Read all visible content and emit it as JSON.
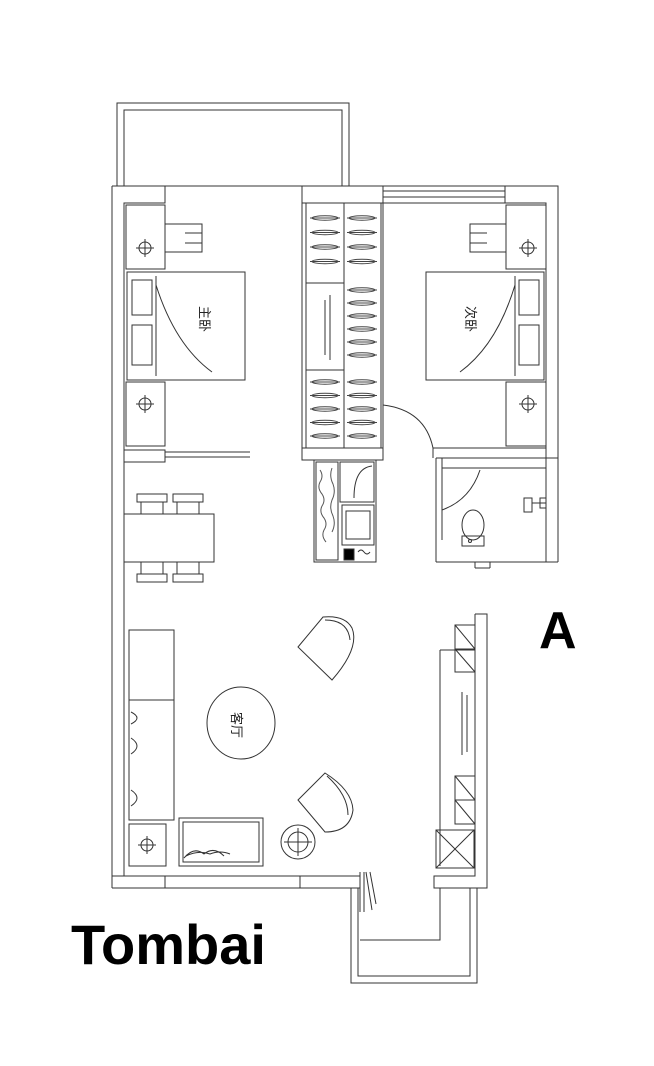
{
  "plan": {
    "unit_letter": "A",
    "brand": "Tombai",
    "rooms": {
      "bedroom_left": "主卧",
      "bedroom_right": "次卧",
      "living_room": "客厅"
    }
  }
}
